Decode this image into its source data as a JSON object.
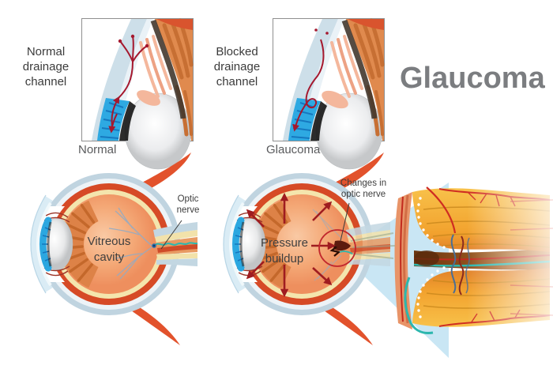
{
  "title": "Glaucoma",
  "insets": {
    "normal": {
      "side_label": "Normal\ndrainage\nchannel",
      "caption": "Normal"
    },
    "blocked": {
      "side_label": "Blocked\ndrainage\nchannel",
      "caption": "Glaucoma"
    }
  },
  "eyes": {
    "normal": {
      "interior_label": "Vitreous\ncavity",
      "callout": "Optic\nnerve"
    },
    "glaucoma": {
      "interior_label": "Pressure\nbuildup",
      "callout": "Changes in\noptic nerve"
    }
  },
  "colors": {
    "background": "#ffffff",
    "title_gray": "#7b7d80",
    "label_dark": "#3b3b3b",
    "caption_gray": "#595a5c",
    "sclera_blue": "#c0d4e0",
    "choroid_red": "#d64a26",
    "retina_cream": "#f4e5ad",
    "vitreous_orange": "#f4a876",
    "iris_blue": "#2ba7e0",
    "muscle_red": "#e2522c",
    "pressure_arrow": "#9f1c20",
    "highlight_circle": "#c1272d",
    "magnifier_cone": "#bfe2f2",
    "drainage_arrow": "#a5182e",
    "optic_nerve_teal": "#2cb7ae",
    "nerve_tissue_yellow": "#f6b02c"
  }
}
